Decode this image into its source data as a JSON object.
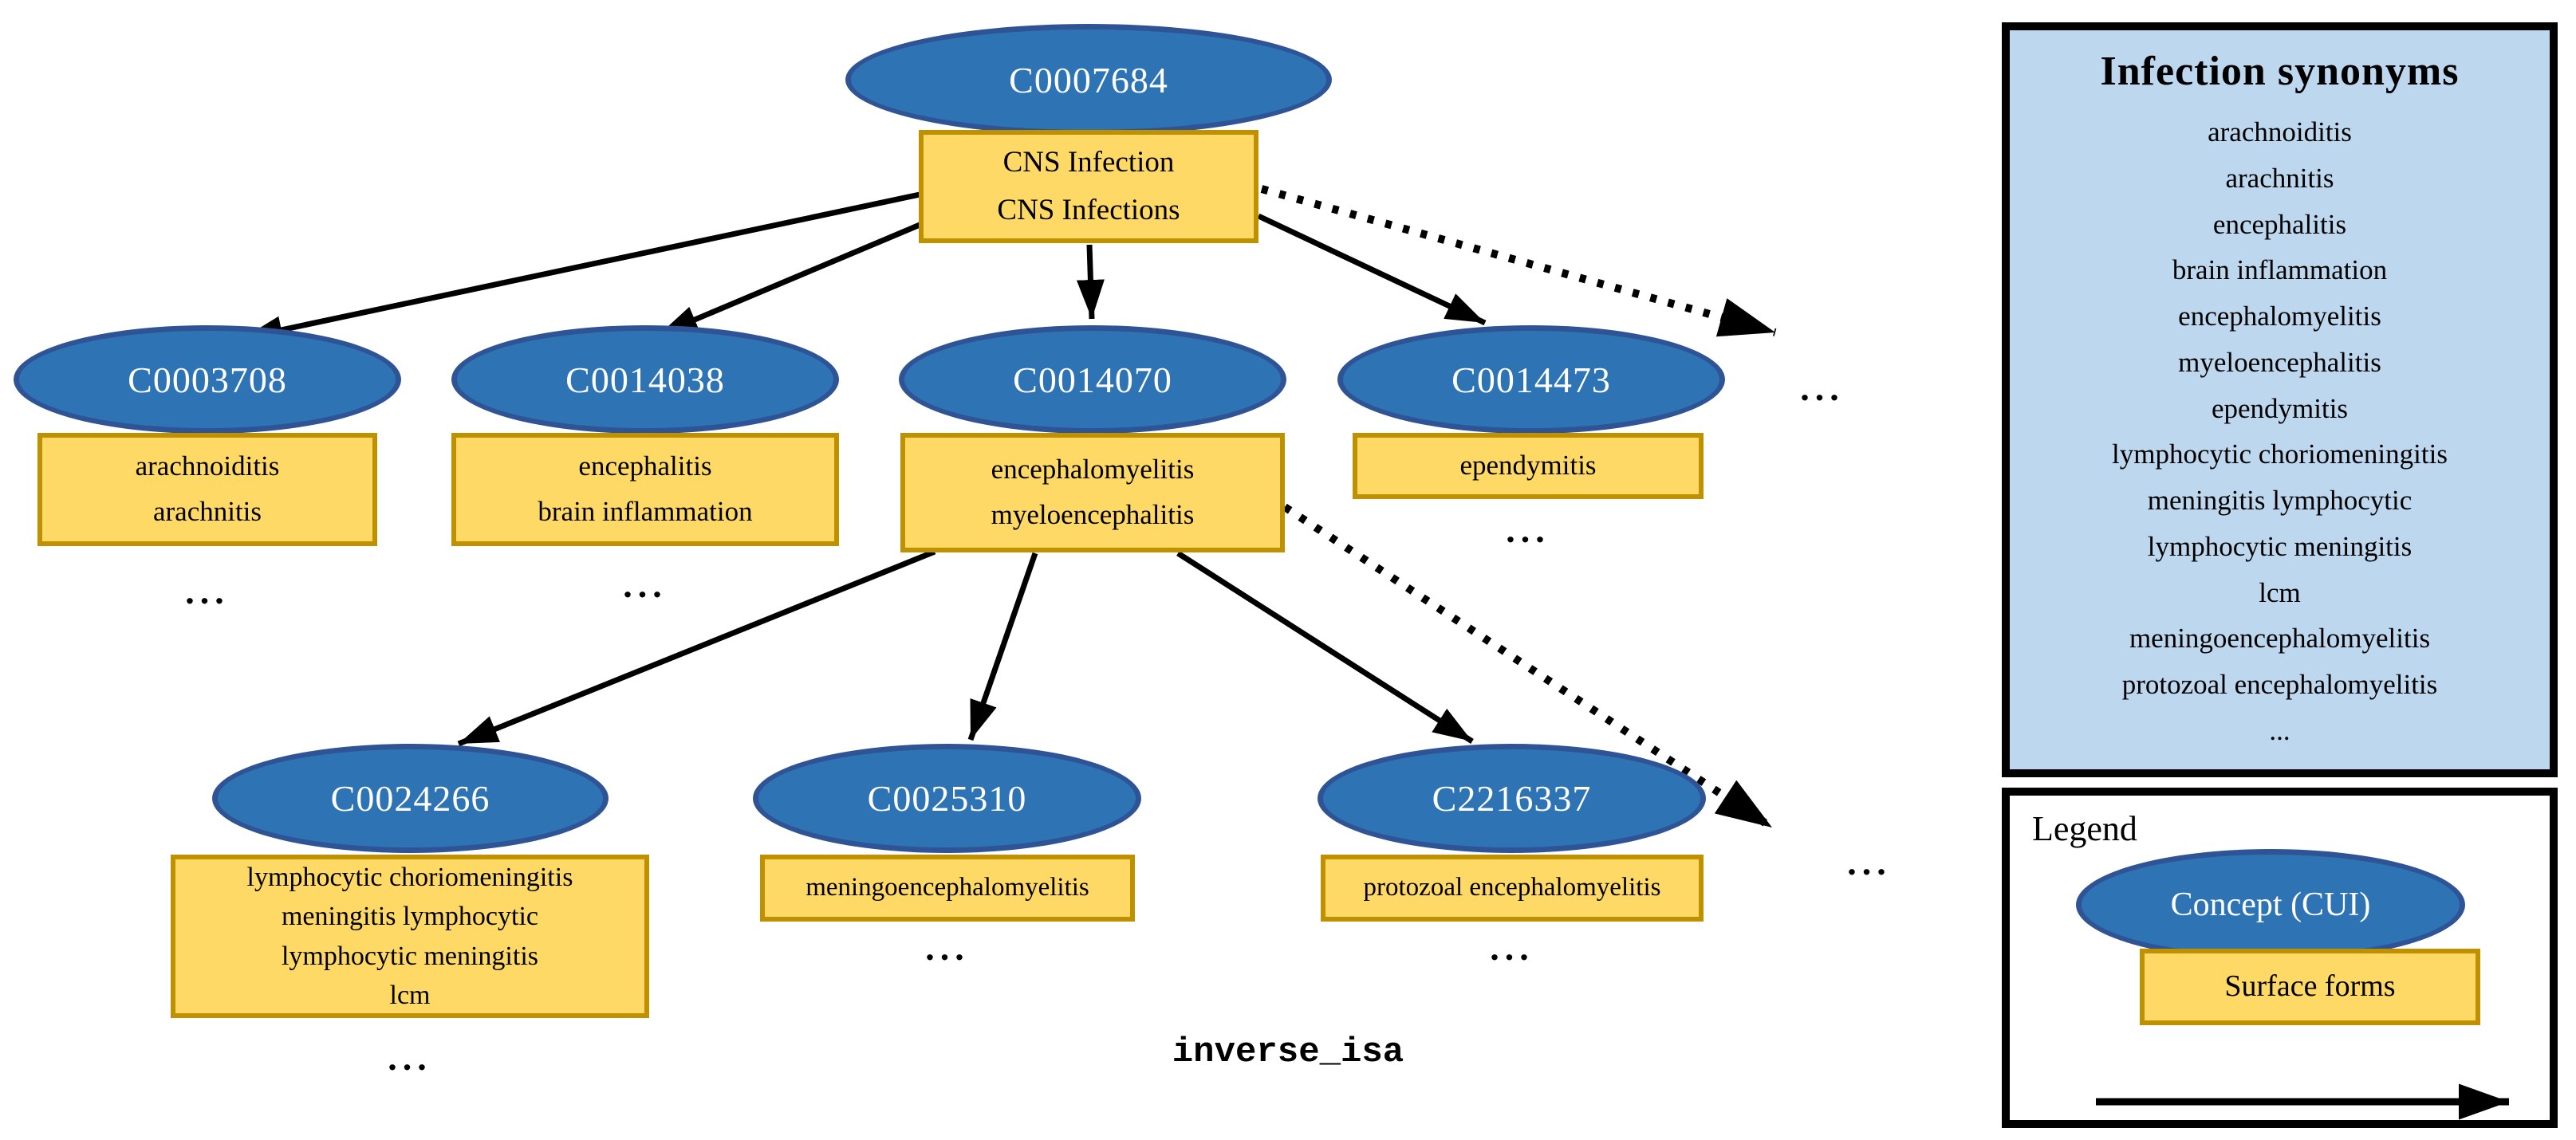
{
  "diagram": {
    "ellipsis": "...",
    "nodes": [
      {
        "cui": "C0007684",
        "surface_forms": [
          "CNS Infection",
          "CNS Infections"
        ]
      },
      {
        "cui": "C0003708",
        "surface_forms": [
          "arachnoiditis",
          "arachnitis"
        ]
      },
      {
        "cui": "C0014038",
        "surface_forms": [
          "encephalitis",
          "brain inflammation"
        ]
      },
      {
        "cui": "C0014070",
        "surface_forms": [
          "encephalomyelitis",
          "myeloencephalitis"
        ]
      },
      {
        "cui": "C0014473",
        "surface_forms": [
          "ependymitis"
        ]
      },
      {
        "cui": "C0024266",
        "surface_forms": [
          "lymphocytic choriomeningitis",
          "meningitis lymphocytic",
          "lymphocytic meningitis",
          "lcm"
        ]
      },
      {
        "cui": "C0025310",
        "surface_forms": [
          "meningoencephalomyelitis"
        ]
      },
      {
        "cui": "C2216337",
        "surface_forms": [
          "protozoal encephalomyelitis"
        ]
      }
    ]
  },
  "synonyms_panel": {
    "title": "Infection synonyms",
    "items": [
      "arachnoiditis",
      "arachnitis",
      "encephalitis",
      "brain inflammation",
      "encephalomyelitis",
      "myeloencephalitis",
      "ependymitis",
      "lymphocytic choriomeningitis",
      "meningitis lymphocytic",
      "lymphocytic meningitis",
      "lcm",
      "meningoencephalomyelitis",
      "protozoal encephalomyelitis",
      "..."
    ]
  },
  "legend": {
    "title": "Legend",
    "concept_label": "Concept (CUI)",
    "surface_label": "Surface forms",
    "relation_label": "inverse_isa"
  },
  "colors": {
    "concept_fill": "#2E74B5",
    "concept_border": "#2F5496",
    "surface_fill": "#FFD966",
    "surface_border": "#BF9000",
    "synonyms_panel_fill": "#BDD7EE",
    "panel_border": "#000000",
    "edge": "#000000",
    "concept_text": "#FFFFFF",
    "surface_text": "#000000"
  }
}
